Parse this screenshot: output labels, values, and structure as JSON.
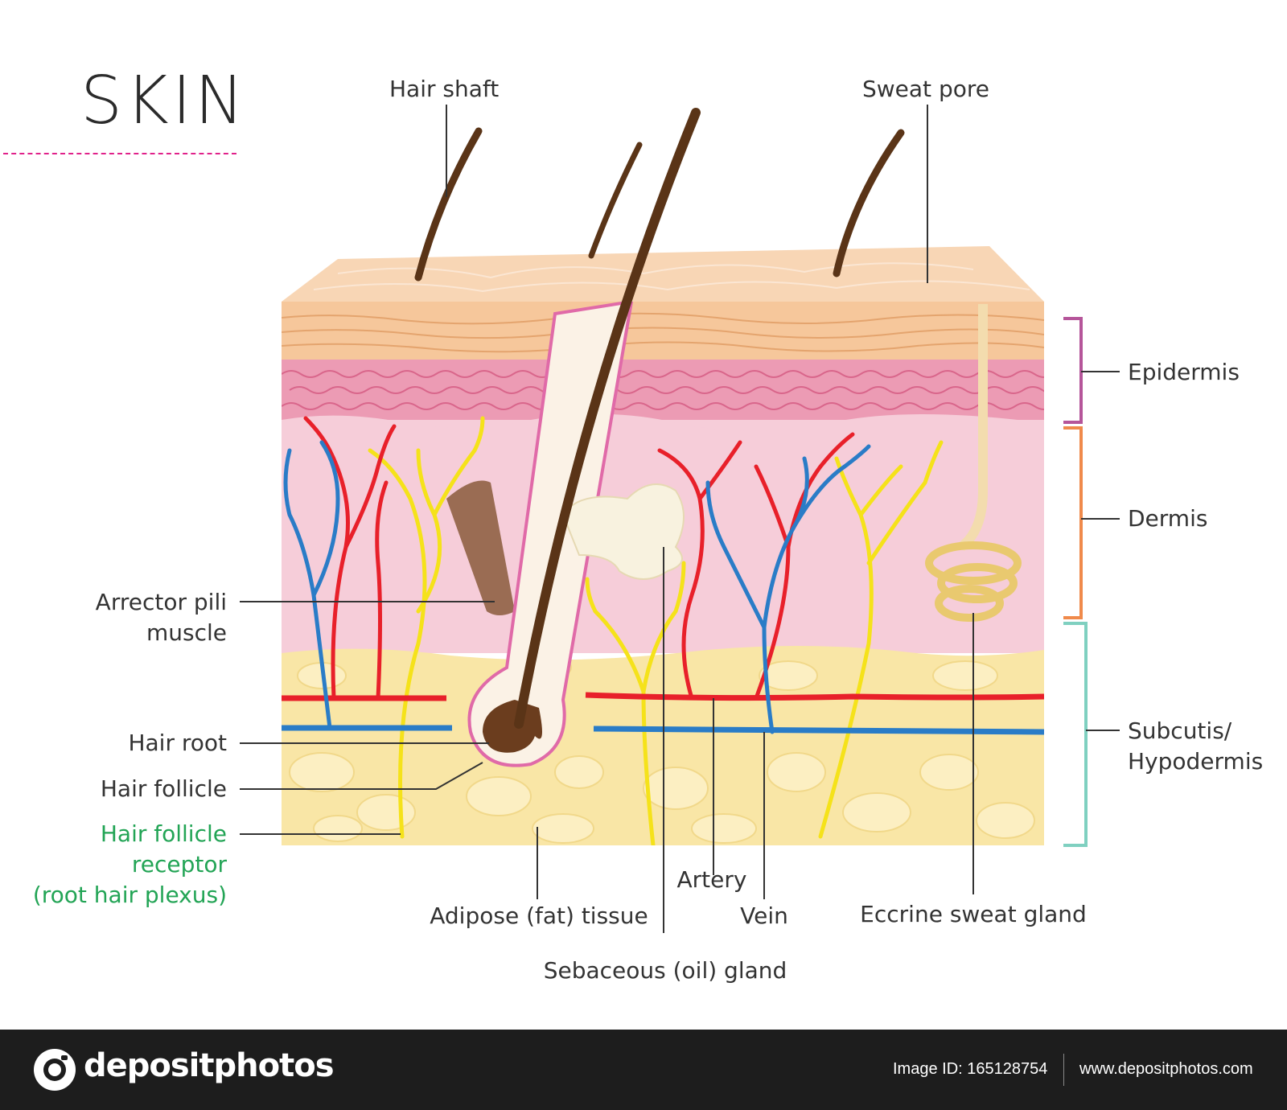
{
  "title": "SKIN",
  "labels": {
    "hair_shaft": "Hair shaft",
    "sweat_pore": "Sweat pore",
    "epidermis": "Epidermis",
    "dermis": "Dermis",
    "subcutis_line1": "Subcutis/",
    "subcutis_line2": "Hypodermis",
    "arrector_line1": "Arrector pili",
    "arrector_line2": "muscle",
    "hair_root": "Hair root",
    "hair_follicle": "Hair follicle",
    "receptor_line1": "Hair follicle",
    "receptor_line2": "receptor",
    "receptor_line3": "(root hair plexus)",
    "adipose": "Adipose (fat) tissue",
    "artery": "Artery",
    "vein": "Vein",
    "sebaceous": "Sebaceous (oil) gland",
    "eccrine": "Eccrine sweat gland"
  },
  "colors": {
    "epidermis_bracket": "#b5559a",
    "dermis_bracket": "#f08a4b",
    "subcutis_bracket": "#7fd0c0",
    "receptor_label": "#22a455",
    "artery": "#e8202a",
    "vein": "#2a7cc7",
    "nerve": "#f5e21a"
  },
  "footer": {
    "brand": "depositphotos",
    "image_id": "Image ID: 165128754",
    "site": "www.depositphotos.com"
  }
}
